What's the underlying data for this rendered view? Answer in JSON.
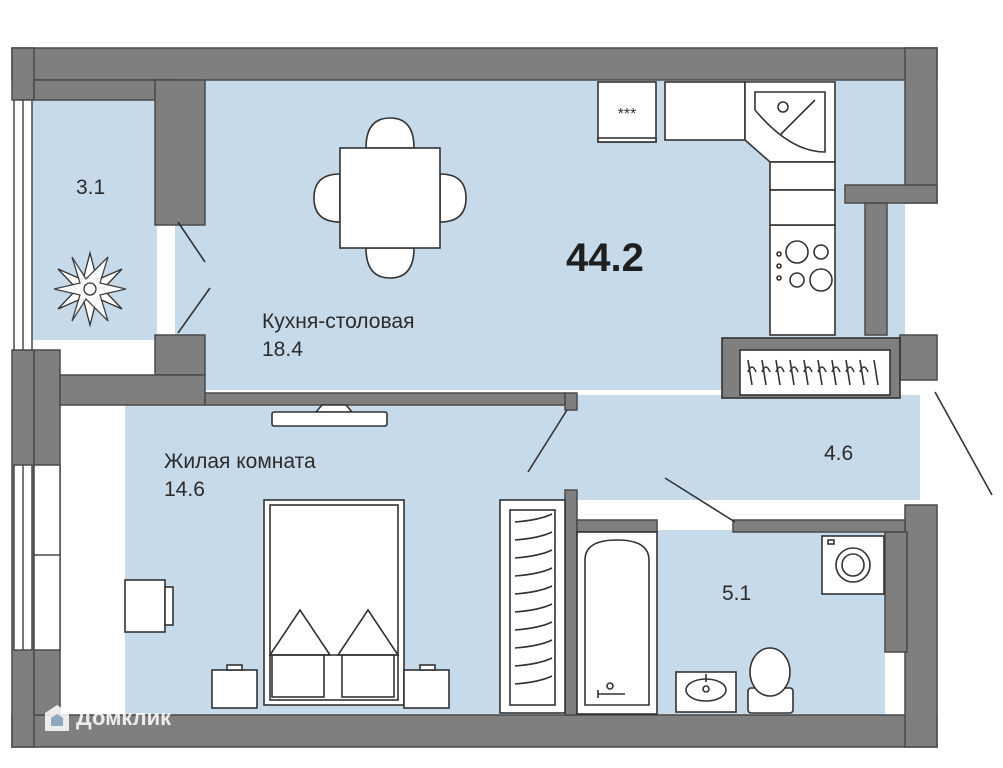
{
  "plan": {
    "total_area": "44.2",
    "rooms": {
      "balcony": {
        "area": "3.1"
      },
      "kitchen": {
        "name": "Кухня-столовая",
        "area": "18.4"
      },
      "living": {
        "name": "Жилая комната",
        "area": "14.6"
      },
      "hall": {
        "area": "4.6"
      },
      "bath": {
        "area": "5.1"
      }
    },
    "stove_label": "***"
  },
  "watermark": {
    "text": "Домклик"
  },
  "colors": {
    "floor": "#c7daea",
    "wall": "#7f7f7f",
    "wall_edge": "#4a4a4a",
    "furniture": "#ffffff",
    "line": "#333333"
  }
}
